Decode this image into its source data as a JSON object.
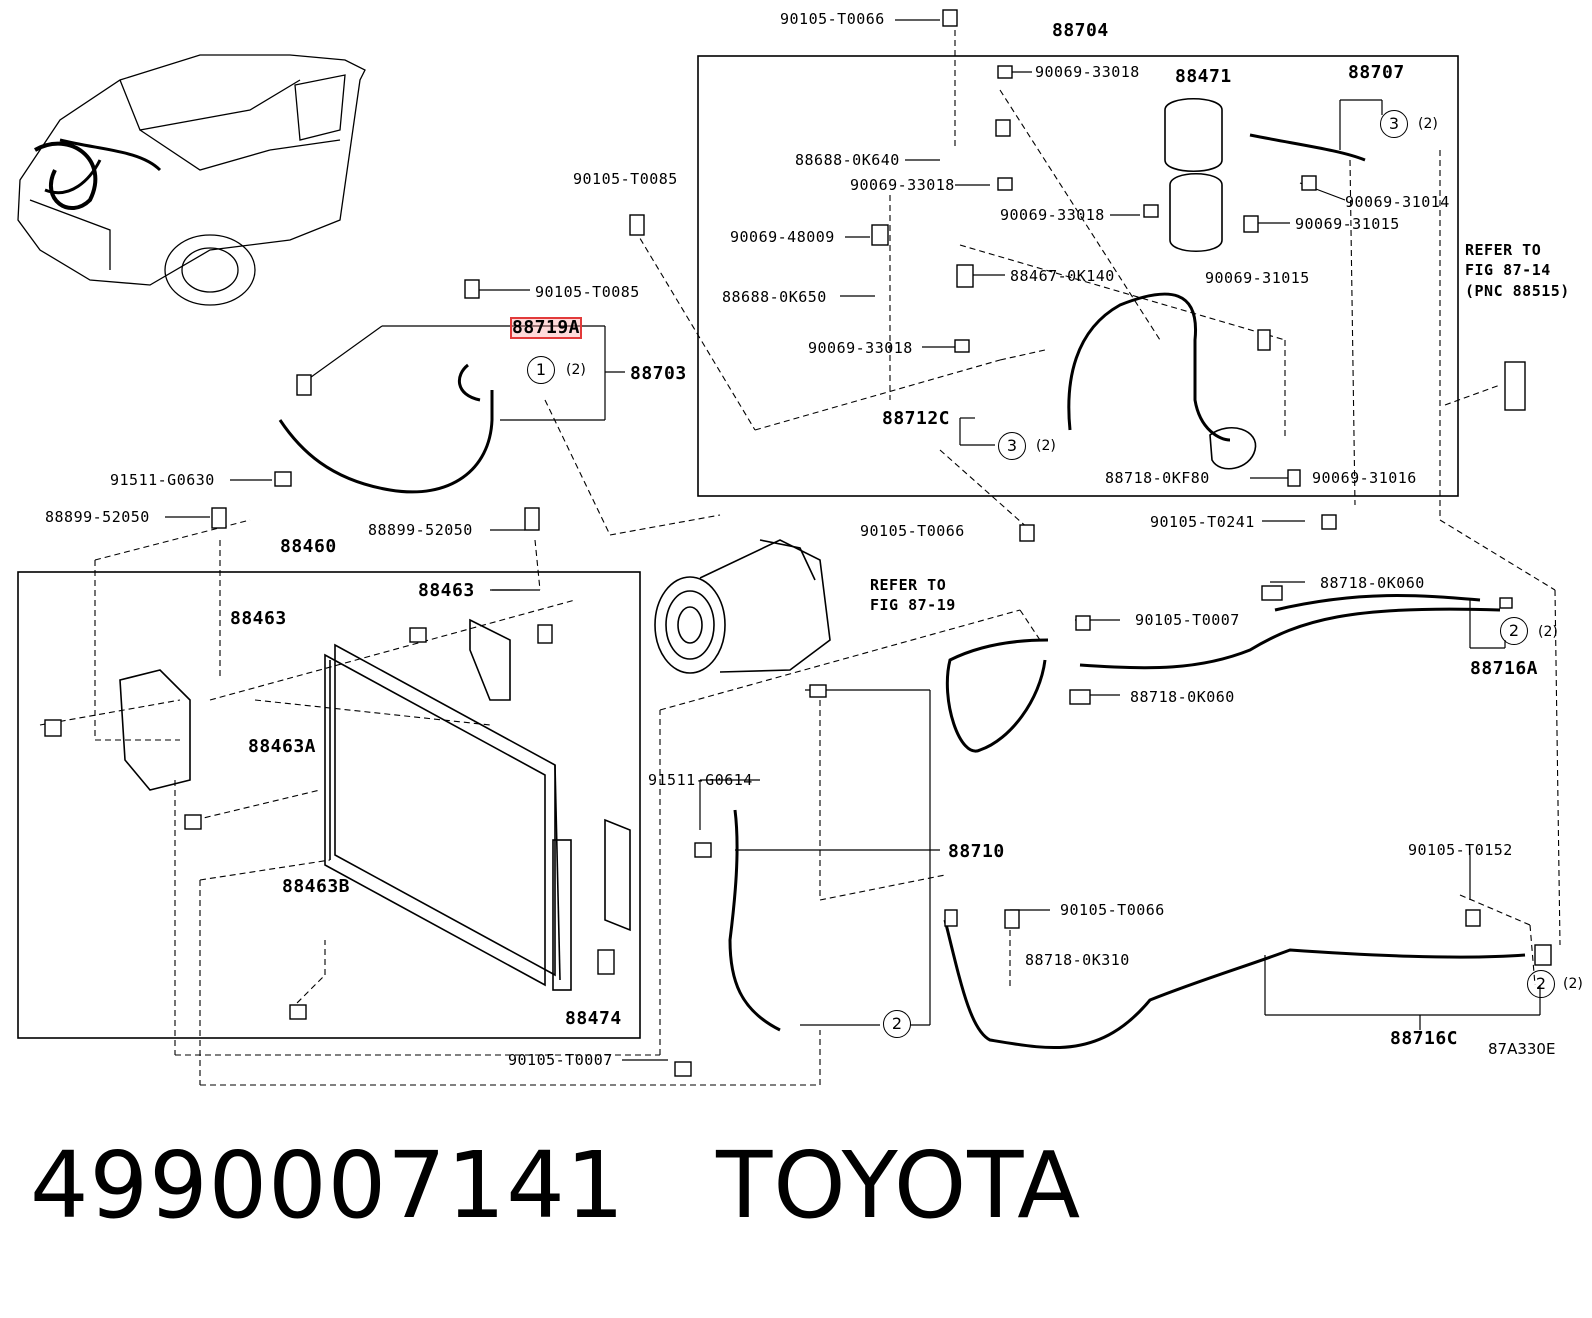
{
  "labels": {
    "p_90105_T0066_top": "90105-T0066",
    "p_88704": "88704",
    "p_90069_33018_a": "90069-33018",
    "p_88471": "88471",
    "p_88707": "88707",
    "p_88688_0K640": "88688-0K640",
    "p_90069_33018_b": "90069-33018",
    "p_90069_31014": "90069-31014",
    "p_90105_T0085_a": "90105-T0085",
    "p_90069_33018_c": "90069-33018",
    "p_90069_31015_a": "90069-31015",
    "p_90069_48009": "90069-48009",
    "p_88467_0K140": "88467-0K140",
    "p_90069_31015_b": "90069-31015",
    "p_88688_0K650": "88688-0K650",
    "p_90105_T0085_b": "90105-T0085",
    "p_88719A": "88719A",
    "p_90069_33018_d": "90069-33018",
    "p_88703": "88703",
    "p_88712C": "88712C",
    "p_88718_0KF80": "88718-0KF80",
    "p_90069_31016": "90069-31016",
    "p_91511_G0630": "91511-G0630",
    "p_88899_52050_a": "88899-52050",
    "p_88899_52050_b": "88899-52050",
    "p_90105_T0066_mid": "90105-T0066",
    "p_90105_T0241": "90105-T0241",
    "p_88460": "88460",
    "p_88463_a": "88463",
    "p_88463_b": "88463",
    "p_88718_0K060_a": "88718-0K060",
    "p_90105_T0007_a": "90105-T0007",
    "p_88716A": "88716A",
    "p_88718_0K060_b": "88718-0K060",
    "p_88463A": "88463A",
    "p_91511_G0614": "91511-G0614",
    "p_88710": "88710",
    "p_90105_T0152": "90105-T0152",
    "p_88463B": "88463B",
    "p_90105_T0066_low": "90105-T0066",
    "p_88718_0K310": "88718-0K310",
    "p_88474": "88474",
    "p_90105_T0007_b": "90105-T0007",
    "p_88716C": "88716C"
  },
  "refs": {
    "ref_fig_87_14": "REFER TO\nFIG 87-14\n(PNC 88515)",
    "ref_fig_87_19": "REFER TO\nFIG 87-19"
  },
  "circles": {
    "c1": "1",
    "c2a": "2",
    "c2b": "2",
    "c2c": "2",
    "c3a": "3",
    "c3b": "3"
  },
  "qty": {
    "q1": "(2)",
    "q2": "(2)",
    "q3": "(2)",
    "q4": "(2)",
    "q5": "(2)"
  },
  "figure_code": "87A330E",
  "footer": {
    "part_number": "4990007141",
    "brand": "TOYOTA"
  },
  "highlight_color": "#e23a3a"
}
